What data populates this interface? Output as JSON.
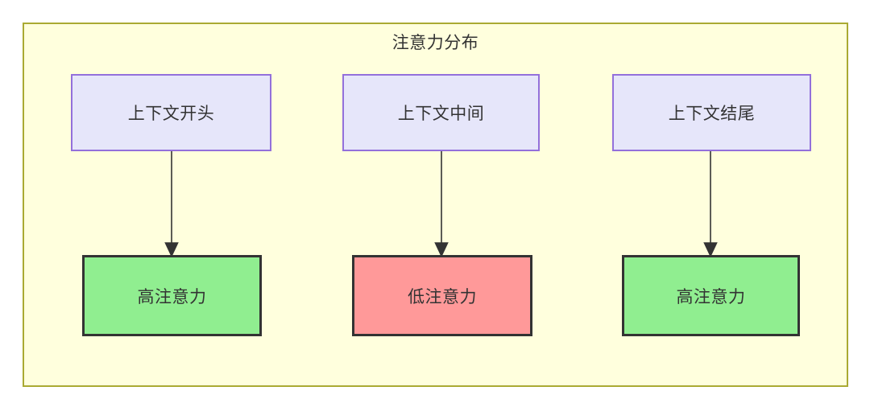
{
  "diagram": {
    "title": "注意力分布",
    "background": "#ffffff",
    "container": {
      "fill": "#ffffdd",
      "stroke": "#aaaa33"
    },
    "palette": {
      "source_fill": "#e6e6fa",
      "source_stroke": "#9370db",
      "high_attention_fill": "#90ee90",
      "low_attention_fill": "#ff9999",
      "result_stroke": "#333333",
      "edge_color": "#333333",
      "text_color": "#333333"
    },
    "source_nodes": [
      {
        "id": "src0",
        "label": "上下文开头"
      },
      {
        "id": "src1",
        "label": "上下文中间"
      },
      {
        "id": "src2",
        "label": "上下文结尾"
      }
    ],
    "result_nodes": [
      {
        "id": "res0",
        "label": "高注意力",
        "level": "high"
      },
      {
        "id": "res1",
        "label": "低注意力",
        "level": "low"
      },
      {
        "id": "res2",
        "label": "高注意力",
        "level": "high"
      }
    ],
    "edges": [
      {
        "from": "上下文开头",
        "to": "高注意力"
      },
      {
        "from": "上下文中间",
        "to": "低注意力"
      },
      {
        "from": "上下文结尾",
        "to": "高注意力"
      }
    ]
  }
}
